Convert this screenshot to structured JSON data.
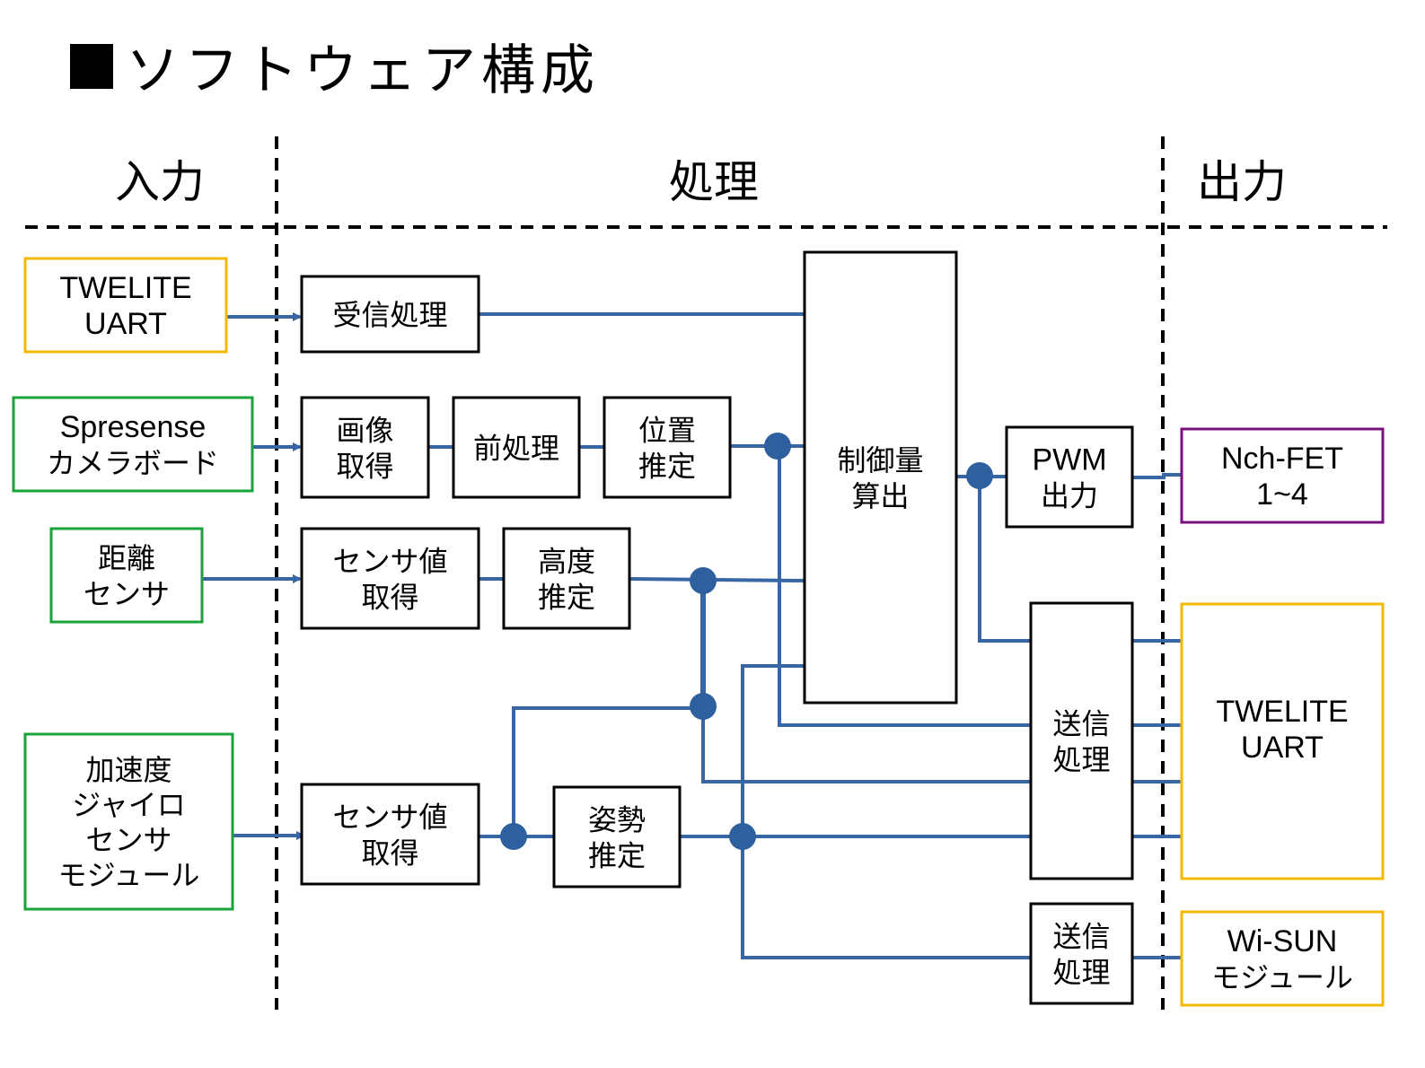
{
  "title": "ソフトウェア構成",
  "title_bullet_icon": "black-square-icon",
  "sections": {
    "input": "入力",
    "processing": "処理",
    "output": "出力"
  },
  "colors": {
    "wire": "#3865a3",
    "process_border": "#000000",
    "input_twelite_border": "#f5b800",
    "input_sensor_border": "#1aa33a",
    "output_fet_border": "#7a1080",
    "output_module_border": "#f5b800"
  },
  "inputs": [
    {
      "id": "twelite-uart-in",
      "lines": [
        "TWELITE",
        "UART"
      ]
    },
    {
      "id": "spresense-camera",
      "lines": [
        "Spresense",
        "カメラボード"
      ]
    },
    {
      "id": "distance-sensor",
      "lines": [
        "距離",
        "センサ"
      ]
    },
    {
      "id": "imu-module",
      "lines": [
        "加速度",
        "ジャイロ",
        "センサ",
        "モジュール"
      ]
    }
  ],
  "processes": [
    {
      "id": "receive",
      "lines": [
        "受信処理"
      ]
    },
    {
      "id": "image-acquire",
      "lines": [
        "画像",
        "取得"
      ]
    },
    {
      "id": "preprocess",
      "lines": [
        "前処理"
      ]
    },
    {
      "id": "position-estimate",
      "lines": [
        "位置",
        "推定"
      ]
    },
    {
      "id": "sensor-acquire-1",
      "lines": [
        "センサ値",
        "取得"
      ]
    },
    {
      "id": "altitude-estimate",
      "lines": [
        "高度",
        "推定"
      ]
    },
    {
      "id": "sensor-acquire-2",
      "lines": [
        "センサ値",
        "取得"
      ]
    },
    {
      "id": "attitude-estimate",
      "lines": [
        "姿勢",
        "推定"
      ]
    },
    {
      "id": "control-calc",
      "lines": [
        "制御量",
        "算出"
      ]
    },
    {
      "id": "pwm-output",
      "lines": [
        "PWM",
        "出力"
      ]
    },
    {
      "id": "transmit-1",
      "lines": [
        "送信",
        "処理"
      ]
    },
    {
      "id": "transmit-2",
      "lines": [
        "送信",
        "処理"
      ]
    }
  ],
  "outputs": [
    {
      "id": "nch-fet",
      "lines": [
        "Nch-FET",
        "1~4"
      ]
    },
    {
      "id": "twelite-uart-out",
      "lines": [
        "TWELITE",
        "UART"
      ]
    },
    {
      "id": "wisun-module",
      "lines": [
        "Wi-SUN",
        "モジュール"
      ]
    }
  ]
}
